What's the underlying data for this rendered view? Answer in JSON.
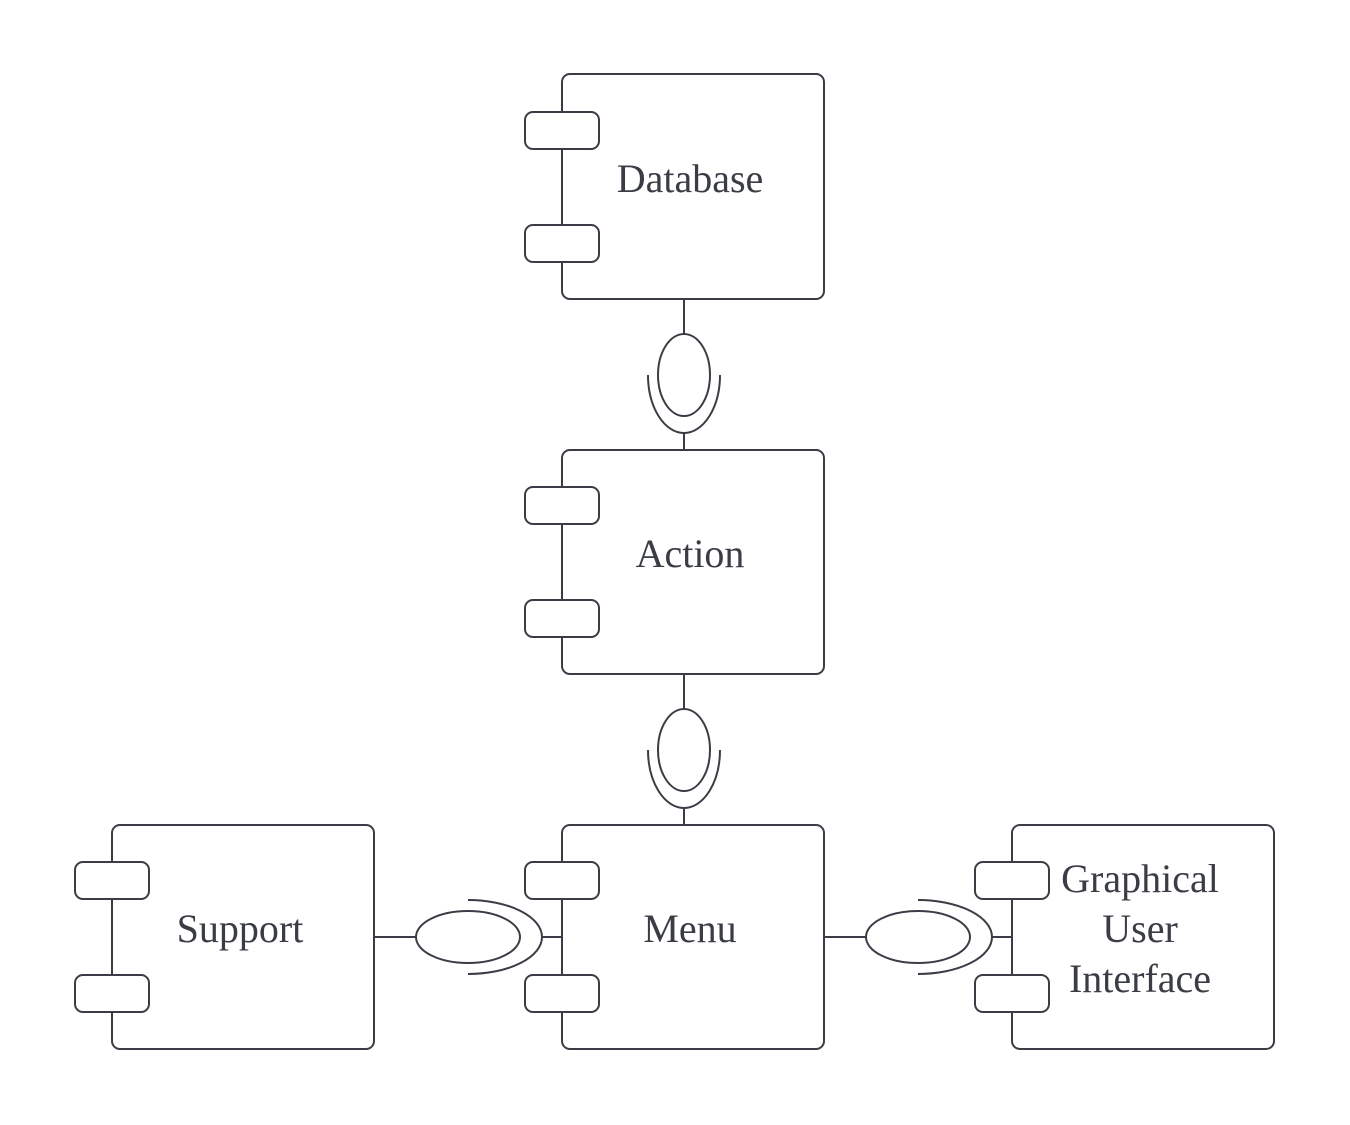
{
  "diagram": {
    "type": "uml-component-diagram",
    "components": [
      {
        "id": "database",
        "label": "Database"
      },
      {
        "id": "action",
        "label": "Action"
      },
      {
        "id": "menu",
        "label": "Menu"
      },
      {
        "id": "support",
        "label": "Support"
      },
      {
        "id": "gui",
        "label_lines": [
          "Graphical",
          "User",
          "Interface"
        ]
      }
    ],
    "connections": [
      {
        "from": "database",
        "to": "action",
        "kind": "provided-required-interface"
      },
      {
        "from": "action",
        "to": "menu",
        "kind": "provided-required-interface"
      },
      {
        "from": "support",
        "to": "menu",
        "kind": "provided-required-interface"
      },
      {
        "from": "menu",
        "to": "gui",
        "kind": "provided-required-interface"
      }
    ],
    "colors": {
      "stroke": "#3a3d45",
      "text": "#3a3d45",
      "background": "#ffffff"
    }
  }
}
